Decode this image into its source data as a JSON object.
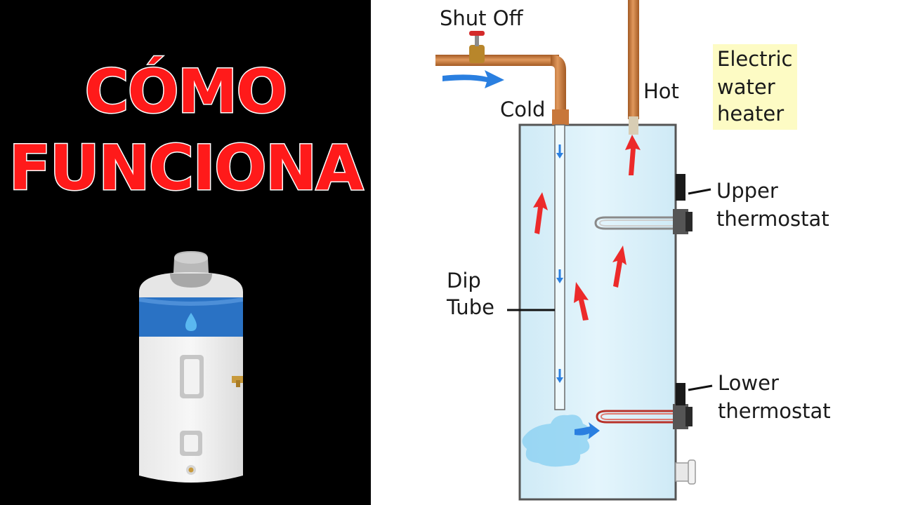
{
  "headline": {
    "line1": "CÓMO",
    "line2": "FUNCIONA"
  },
  "diagram": {
    "title_line1": "Electric",
    "title_line2": "water",
    "title_line3": "heater",
    "labels": {
      "shut_off": "Shut Off",
      "cold": "Cold",
      "hot": "Hot",
      "dip_tube_line1": "Dip",
      "dip_tube_line2": "Tube",
      "upper_thermostat_line1": "Upper",
      "upper_thermostat_line2": "thermostat",
      "lower_thermostat_line1": "Lower",
      "lower_thermostat_line2": "thermostat"
    }
  },
  "colors": {
    "headline_red": "#ff1a1a",
    "tank_water": "#d9f1fb",
    "copper_pipe": "#c8773a",
    "heat_arrow": "#ec2a2a",
    "flow_arrow": "#2a7fe0",
    "heater_band": "#2a72c4",
    "label_bg": "#fdfbc4"
  }
}
